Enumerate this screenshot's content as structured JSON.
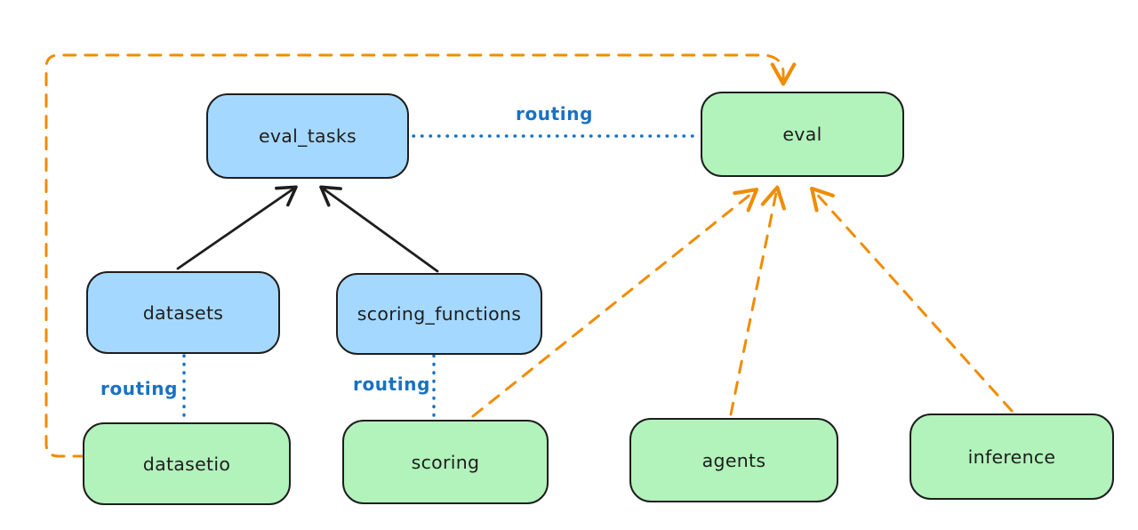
{
  "diagram": {
    "nodes": {
      "eval_tasks": {
        "label": "eval_tasks",
        "kind": "api",
        "fill": "#a5d8ff"
      },
      "eval": {
        "label": "eval",
        "kind": "provider",
        "fill": "#b2f2bb"
      },
      "datasets": {
        "label": "datasets",
        "kind": "api",
        "fill": "#a5d8ff"
      },
      "scoring_functions": {
        "label": "scoring_functions",
        "kind": "api",
        "fill": "#a5d8ff"
      },
      "datasetio": {
        "label": "datasetio",
        "kind": "provider",
        "fill": "#b2f2bb"
      },
      "scoring": {
        "label": "scoring",
        "kind": "provider",
        "fill": "#b2f2bb"
      },
      "agents": {
        "label": "agents",
        "kind": "provider",
        "fill": "#b2f2bb"
      },
      "inference": {
        "label": "inference",
        "kind": "provider",
        "fill": "#b2f2bb"
      }
    },
    "edges": [
      {
        "from": "datasets",
        "to": "eval_tasks",
        "style": "solid-arrow",
        "label": ""
      },
      {
        "from": "scoring_functions",
        "to": "eval_tasks",
        "style": "solid-arrow",
        "label": ""
      },
      {
        "from": "eval_tasks",
        "to": "eval",
        "style": "dotted",
        "label": "routing"
      },
      {
        "from": "datasets",
        "to": "datasetio",
        "style": "dotted",
        "label": "routing"
      },
      {
        "from": "scoring_functions",
        "to": "scoring",
        "style": "dotted",
        "label": "routing"
      },
      {
        "from": "datasetio",
        "to": "eval",
        "style": "dashed-arrow",
        "label": ""
      },
      {
        "from": "scoring",
        "to": "eval",
        "style": "dashed-arrow",
        "label": ""
      },
      {
        "from": "agents",
        "to": "eval",
        "style": "dashed-arrow",
        "label": ""
      },
      {
        "from": "inference",
        "to": "eval",
        "style": "dashed-arrow",
        "label": ""
      }
    ],
    "colors": {
      "canvas_bg": "#ffffff",
      "node_stroke": "#1e1e1e",
      "api_fill": "#a5d8ff",
      "provider_fill": "#b2f2bb",
      "routing_blue": "#1971c2",
      "dependency_orange": "#f08c00",
      "solid_arrow": "#1e1e1e"
    }
  }
}
